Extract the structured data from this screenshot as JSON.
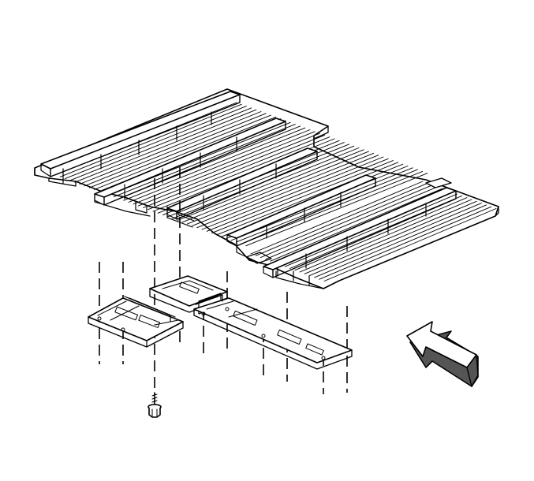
{
  "diagram": {
    "parts": [
      {
        "name": "floor-panel"
      },
      {
        "name": "crossmember",
        "count": 5
      },
      {
        "name": "reinforcement-bracket-left"
      },
      {
        "name": "reinforcement-bracket-center"
      },
      {
        "name": "reinforcement-bracket-long"
      },
      {
        "name": "bolt"
      }
    ],
    "icons": {
      "direction": "front-direction-arrow-icon"
    },
    "colors": {
      "ink": "#000000",
      "paper": "#ffffff",
      "arrow_shadow": "#555555"
    }
  }
}
